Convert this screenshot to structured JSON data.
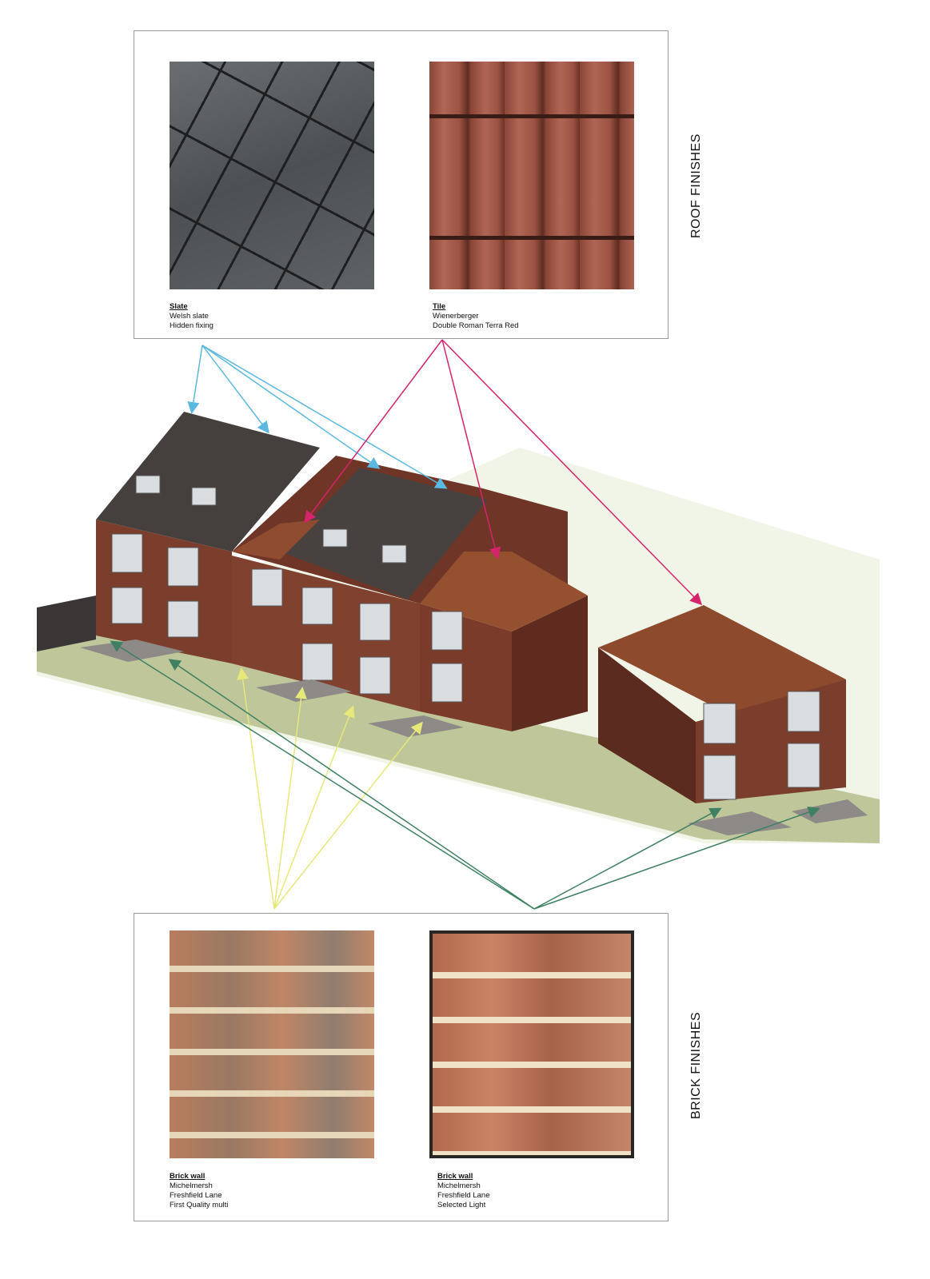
{
  "roof_panel": {
    "heading": "ROOF FINISHES",
    "items": [
      {
        "title": "Slate",
        "line1": "Welsh slate",
        "line2": "Hidden fixing"
      },
      {
        "title": "Tile",
        "line1": "Wienerberger",
        "line2": "Double Roman Terra Red"
      }
    ]
  },
  "brick_panel": {
    "heading": "BRICK FINISHES",
    "items": [
      {
        "title": "Brick wall",
        "line1": "Michelmersh",
        "line2": "Freshfield Lane",
        "line3": "First Quality multi"
      },
      {
        "title": "Brick wall",
        "line1": "Michelmersh",
        "line2": "Freshfield Lane",
        "line3": "Selected Light"
      }
    ]
  },
  "colors": {
    "slate_arrow": "#5bb8e0",
    "tile_arrow": "#d4246a",
    "brick1_arrow": "#e6e87a",
    "brick2_arrow": "#3f7f62"
  }
}
